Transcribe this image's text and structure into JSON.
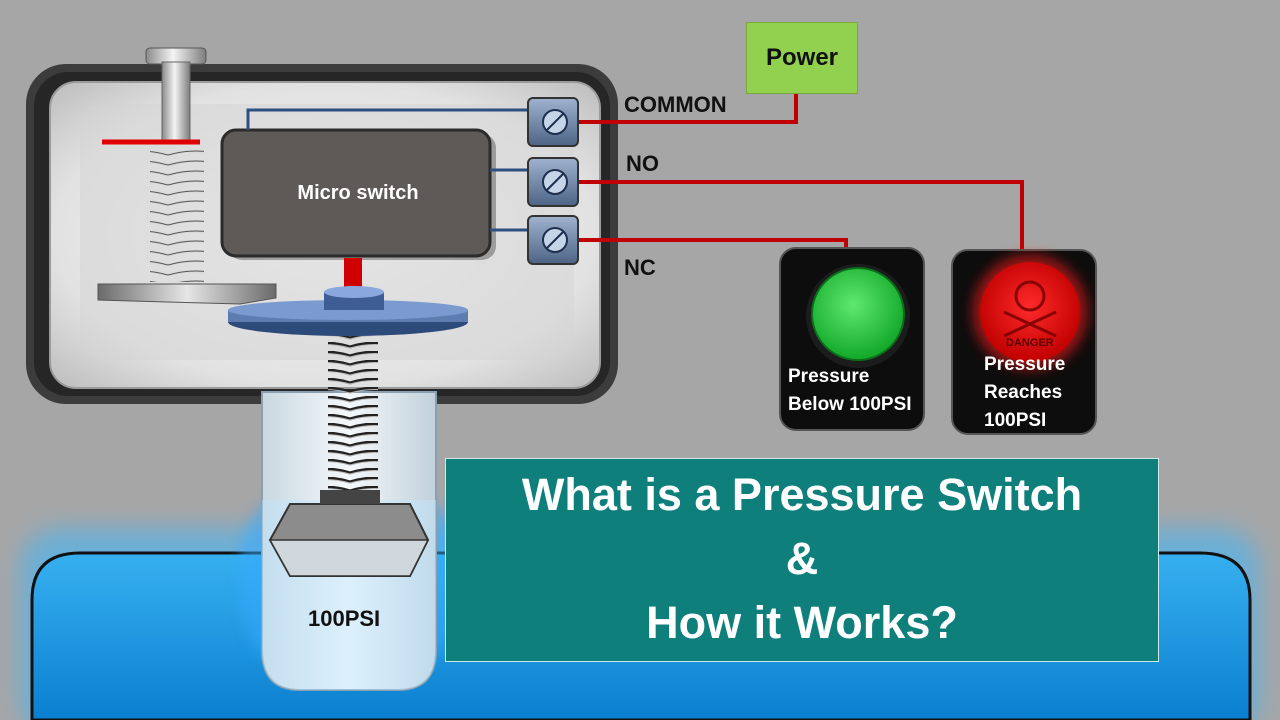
{
  "power": {
    "label": "Power"
  },
  "micro_switch": {
    "label": "Micro switch"
  },
  "terminals": [
    {
      "label": "COMMON"
    },
    {
      "label": "NO"
    },
    {
      "label": "NC"
    }
  ],
  "lamps": {
    "green": {
      "lines": [
        "Pressure",
        "Below 100PSI"
      ]
    },
    "red": {
      "lines": [
        "Pressure",
        "Reaches",
        "100PSI"
      ],
      "sign_text": "DANGER"
    }
  },
  "title": {
    "lines": [
      "What is a Pressure Switch",
      "&",
      "How it Works?"
    ]
  },
  "pressure_label": "100PSI",
  "colors": {
    "background": "#a6a6a6",
    "wire": "#c00000",
    "power_box": "#92d050",
    "title_box": "#0f7f7c",
    "water": "#1e9be0",
    "lamp_green": "#22c23a",
    "lamp_red": "#e01010"
  }
}
